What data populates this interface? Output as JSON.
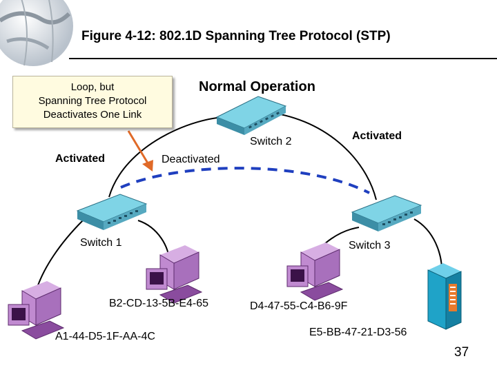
{
  "title": "Figure 4-12: 802.1D Spanning Tree Protocol (STP)",
  "callout": {
    "line1": "Loop, but",
    "line2": "Spanning Tree Protocol",
    "line3": "Deactivates One Link"
  },
  "labels": {
    "normal_operation": "Normal Operation",
    "switch2": "Switch 2",
    "switch1": "Switch 1",
    "switch3": "Switch 3",
    "activated_left": "Activated",
    "activated_right": "Activated",
    "deactivated": "Deactivated"
  },
  "hosts": {
    "host_a": "A1-44-D5-1F-AA-4C",
    "host_b": "B2-CD-13-5B-E4-65",
    "host_d": "D4-47-55-C4-B6-9F",
    "host_e": "E5-BB-47-21-D3-56"
  },
  "page_number": "37",
  "colors": {
    "switch_face": "#7fd4e6",
    "switch_side": "#3c8ea6",
    "pc_body": "#c08ad0",
    "pc_dark": "#5c2a6c",
    "server": "#1fa3c8",
    "deactivated_link": "#1f3fbf",
    "arrow": "#e06a28"
  }
}
